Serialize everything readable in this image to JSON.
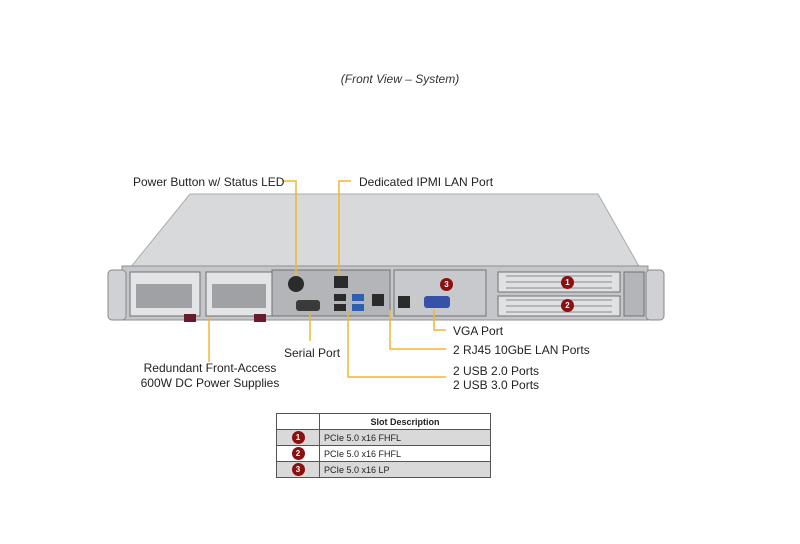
{
  "caption": "(Front View – System)",
  "callouts": {
    "power_button": "Power Button w/ Status LED",
    "ipmi_port": "Dedicated IPMI  LAN Port",
    "redundant_psu_line1": "Redundant  Front-Access",
    "redundant_psu_line2": "600W DC Power Supplies",
    "serial_port": "Serial Port",
    "vga_port": "VGA Port",
    "rj45_ports": "2 RJ45  10GbE LAN Ports",
    "usb2_ports": "2 USB 2.0 Ports",
    "usb3_ports": "2 USB 3.0 Ports"
  },
  "slot_markers": [
    "1",
    "2",
    "3"
  ],
  "slot_table": {
    "header": "Slot Description",
    "rows": [
      {
        "num": "1",
        "desc": "PCIe  5.0 x16 FHFL"
      },
      {
        "num": "2",
        "desc": "PCIe  5.0 x16 FHFL"
      },
      {
        "num": "3",
        "desc": "PCIe  5.0 x16 LP"
      }
    ]
  },
  "colors": {
    "leader_line": "#f2b632",
    "badge": "#8b1010",
    "chassis": "#d8d9db",
    "panel": "#b9bbbe"
  }
}
